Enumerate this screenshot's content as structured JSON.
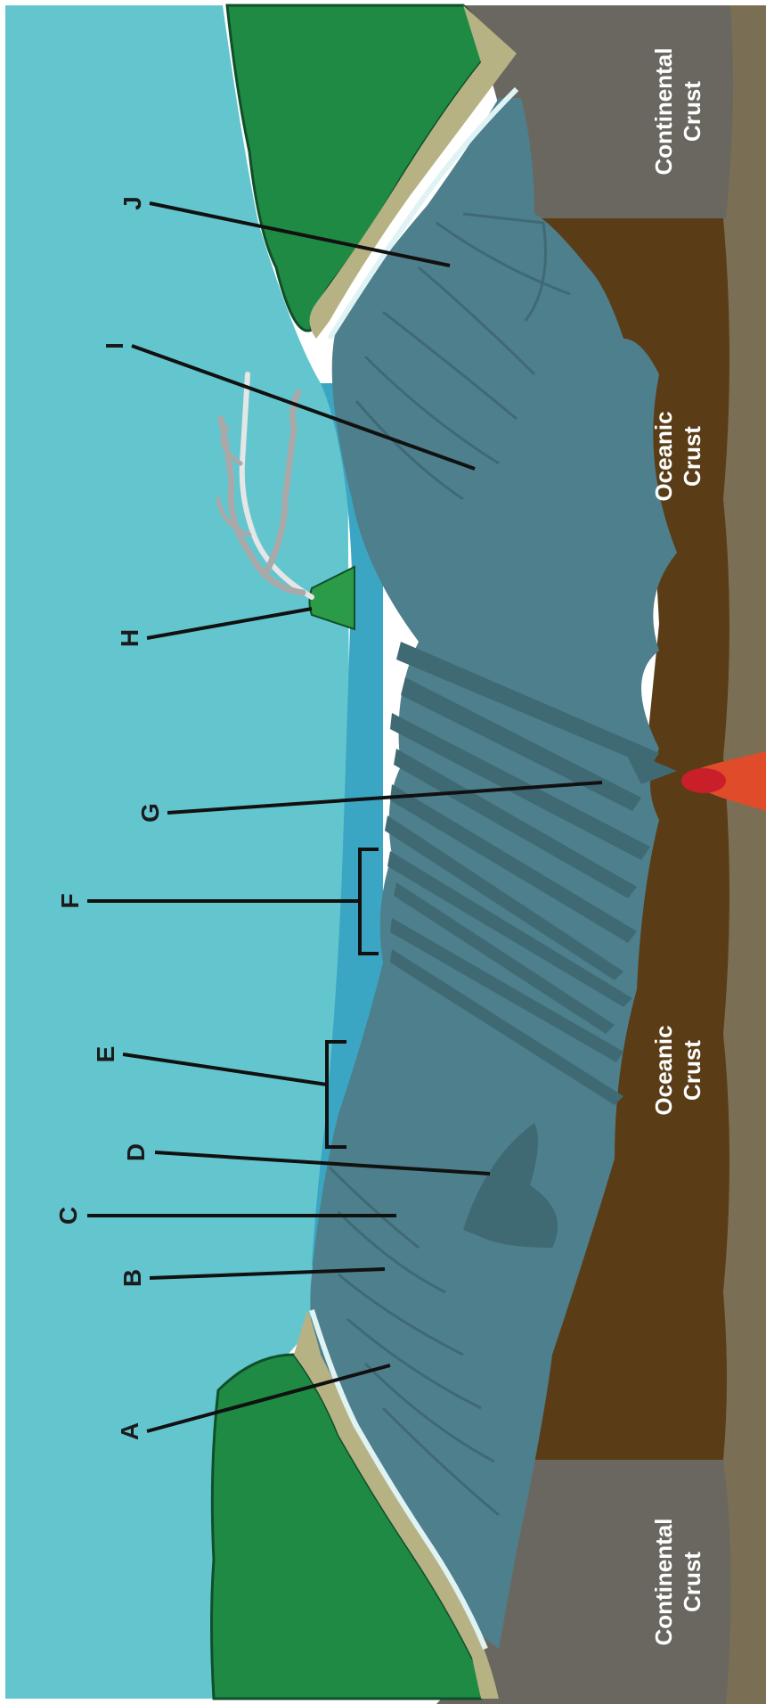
{
  "labels": {
    "A": "A",
    "B": "B",
    "C": "C",
    "D": "D",
    "E": "E",
    "F": "F",
    "G": "G",
    "H": "H",
    "I": "I",
    "J": "J"
  },
  "crust": {
    "continental_top_line1": "Continental",
    "continental_top_line2": "Crust",
    "oceanic_upper_line1": "Oceanic",
    "oceanic_upper_line2": "Crust",
    "oceanic_lower_line1": "Oceanic",
    "oceanic_lower_line2": "Crust",
    "continental_bottom_line1": "Continental",
    "continental_bottom_line2": "Crust"
  },
  "colors": {
    "sea_surface": "#63c6cf",
    "shelf_water": "#3ba6c3",
    "sea_floor": "#4e7f8c",
    "floor_ridges": "#3f6a74",
    "oceanic_crust": "#5a3d16",
    "continental_crust": "#6a6760",
    "mantle": "#7a6f55",
    "land_green": "#1f8a44",
    "land_dark": "#0f4f2a",
    "beach": "#b6b283",
    "magma": "#d42d2d",
    "volcano": "#2c9b48",
    "plume": "#b5b5b5"
  }
}
